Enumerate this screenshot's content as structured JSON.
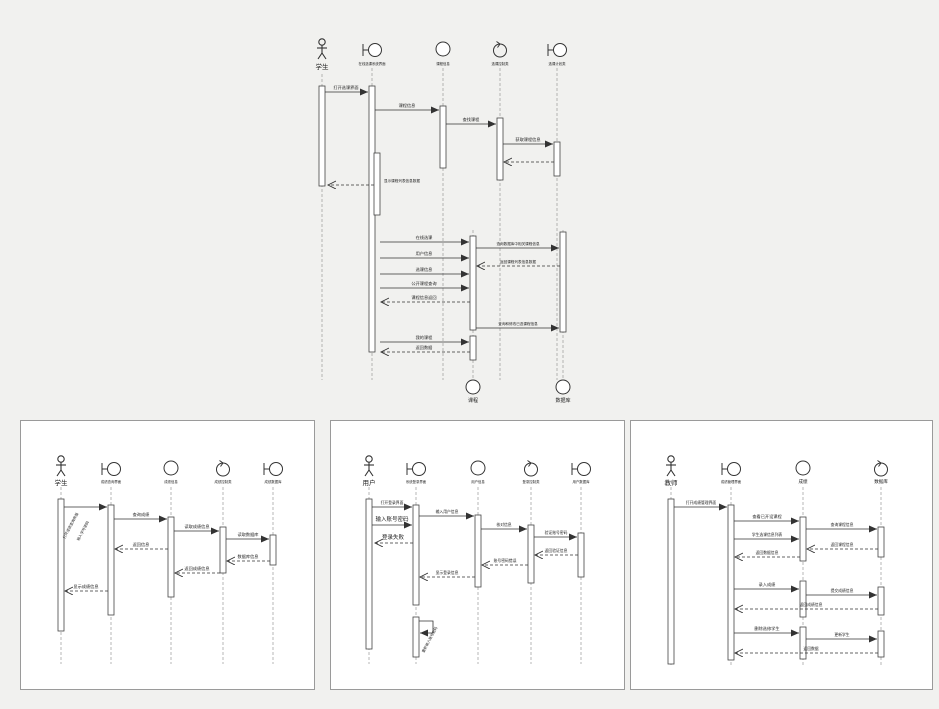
{
  "colors": {
    "background": "#f1f1ef",
    "panel_background": "#ffffff",
    "panel_border": "#9a9a9a",
    "line": "#333333"
  },
  "top_diagram": {
    "lifelines": [
      {
        "label": "学生",
        "type": "actor"
      },
      {
        "label": "在线选课系统界面",
        "type": "boundary"
      },
      {
        "label": "课程信息",
        "type": "entity"
      },
      {
        "label": "选课控制类",
        "type": "control"
      },
      {
        "label": "选课计划类",
        "type": "boundary"
      }
    ],
    "bottom_objects": [
      {
        "label": "课程",
        "type": "entity"
      },
      {
        "label": "数据库",
        "type": "entity"
      }
    ],
    "messages": {
      "m1": "打开选课界面",
      "m2": "课程信息",
      "m3": "查找课程",
      "m4": "获取课程信息",
      "m6": "显示课程列表信息数据",
      "m7": "在线选课",
      "m8": "查询数据库中相关课程信息",
      "m9": "用户信息",
      "m10": "返回课程列表信息数据",
      "m11": "选课信息",
      "m12": "公开课程查询",
      "m13": "课程信息返回",
      "m14": "查询和修改已选课程信息",
      "m15": "我的课程",
      "m16": "返回数据"
    }
  },
  "panel_student_grades": {
    "lifelines": [
      {
        "label": "学生",
        "type": "actor"
      },
      {
        "label": "成绩查询界面",
        "type": "boundary"
      },
      {
        "label": "成绩信息",
        "type": "entity"
      },
      {
        "label": "成绩控制类",
        "type": "control"
      },
      {
        "label": "成绩数据库",
        "type": "boundary"
      }
    ],
    "messages": {
      "m1": "打开成绩查询界面",
      "m1b": "输入学号密码",
      "m2": "查询成绩",
      "m3": "读取成绩信息",
      "m4": "读取数据库",
      "m5": "返回信息",
      "m6": "数据库信息",
      "m7": "返回成绩信息",
      "m8": "显示成绩信息"
    }
  },
  "panel_user_login": {
    "lifelines": [
      {
        "label": "用户",
        "type": "actor"
      },
      {
        "label": "系统登录界面",
        "type": "boundary"
      },
      {
        "label": "用户信息",
        "type": "entity"
      },
      {
        "label": "登录控制类",
        "type": "control"
      },
      {
        "label": "用户数据库",
        "type": "boundary"
      }
    ],
    "messages": {
      "m1": "打开登录界面",
      "m2": "输入账号密码",
      "m3": "登录失败",
      "m4": "输入用户信息",
      "m5": "核对信息",
      "m6": "验证账号密码",
      "m7": "返回验证信息",
      "m8": "账号密码错误",
      "m9": "显示登录信息",
      "m10": "重新输入账号密码"
    }
  },
  "panel_teacher_grades": {
    "lifelines": [
      {
        "label": "教师",
        "type": "actor"
      },
      {
        "label": "成绩管理界面",
        "type": "boundary"
      },
      {
        "label": "成绩",
        "type": "entity"
      },
      {
        "label": "数据库",
        "type": "control"
      }
    ],
    "messages": {
      "m1": "打开成绩管理界面",
      "m2": "查看已开设课程",
      "m3": "查询课程信息",
      "m4": "学生选课信息列表",
      "m5": "返回课程信息",
      "m6": "返回数据信息",
      "m7": "录入成绩",
      "m8": "提交成绩信息",
      "m9": "返回成绩信息",
      "m10": "删除选修学生",
      "m11": "更新学生",
      "m12": "返回数据"
    }
  }
}
